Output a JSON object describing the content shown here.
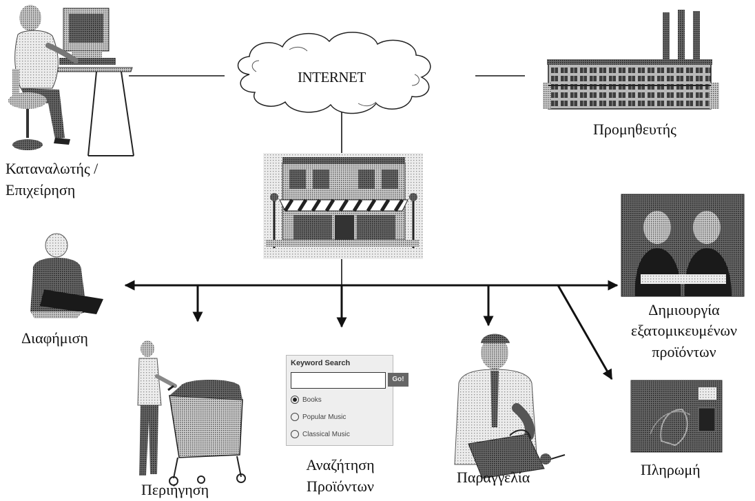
{
  "labels": {
    "consumer_line1": "Καταναλωτής /",
    "consumer_line2": "Επιχείρηση",
    "supplier": "Προμηθευτής",
    "internet": "INTERNET",
    "advertising": "Διαφήμιση",
    "browsing": "Περιήγηση",
    "search_line1": "Αναζήτηση",
    "search_line2": "Προϊόντων",
    "order": "Παραγγελία",
    "custom_line1": "Δημιουργία",
    "custom_line2": "εξατομικευμένων",
    "custom_line3": "προϊόντων",
    "payment": "Πληρωμή"
  },
  "search_widget": {
    "title": "Keyword Search",
    "go_label": "Go!",
    "options": [
      "Books",
      "Popular Music",
      "Classical Music"
    ],
    "selected_index": 0
  },
  "colors": {
    "line": "#111111",
    "halftone": "#555555"
  }
}
